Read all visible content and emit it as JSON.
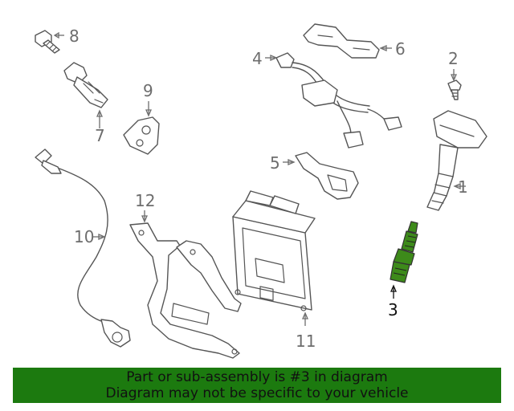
{
  "callouts": {
    "c1": "1",
    "c2": "2",
    "c3": "3",
    "c4": "4",
    "c5": "5",
    "c6": "6",
    "c7": "7",
    "c8": "8",
    "c9": "9",
    "c10": "10",
    "c11": "11",
    "c12": "12"
  },
  "highlighted_part": "3",
  "colors": {
    "banner": "#1c7a0f",
    "highlight": "#3d8a1a",
    "line": "#555555"
  },
  "banner": {
    "line1": "Part or sub-assembly is #3 in diagram",
    "line2": "Diagram may not be specific to your vehicle"
  }
}
